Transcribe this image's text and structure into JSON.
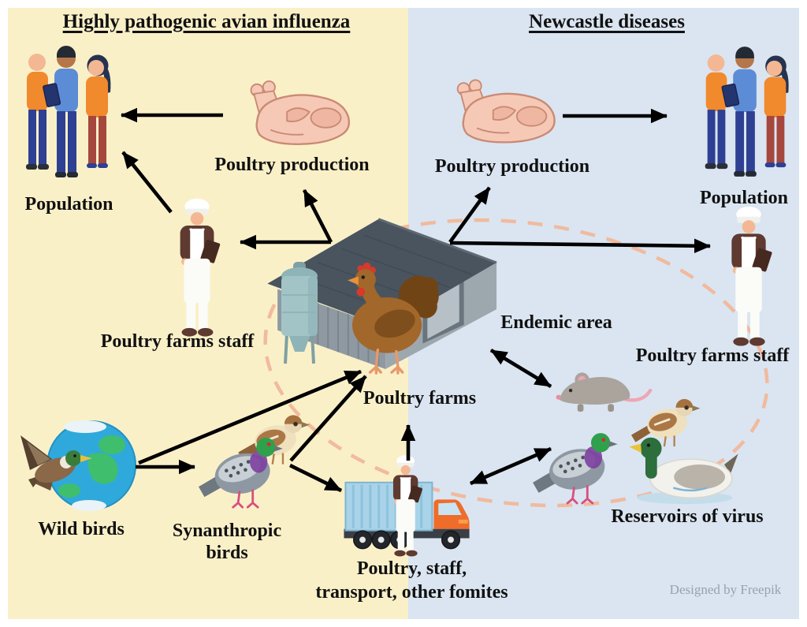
{
  "titles": {
    "left": "Highly pathogenic avian influenza",
    "right": "Newcastle diseases"
  },
  "labels": {
    "population_left": "Population",
    "poultry_production_left": "Poultry production",
    "poultry_farms_staff_left": "Poultry farms staff",
    "wild_birds": "Wild birds",
    "synanthropic_birds": "Synanthropic birds",
    "poultry_farms": "Poultry farms",
    "fomites_line1": "Poultry, staff,",
    "fomites_line2": "transport, other fomites",
    "poultry_production_right": "Poultry production",
    "population_right": "Population",
    "poultry_farms_staff_right": "Poultry farms staff",
    "endemic_area": "Endemic area",
    "reservoirs_of_virus": "Reservoirs of virus"
  },
  "credit": "Designed by Freepik",
  "colors": {
    "left_bg": "#FAF0C8",
    "right_bg": "#DAE5F1",
    "arrow": "#000000",
    "endemic_dash": "#F1BA9E",
    "credit_text": "#99A1B0"
  }
}
